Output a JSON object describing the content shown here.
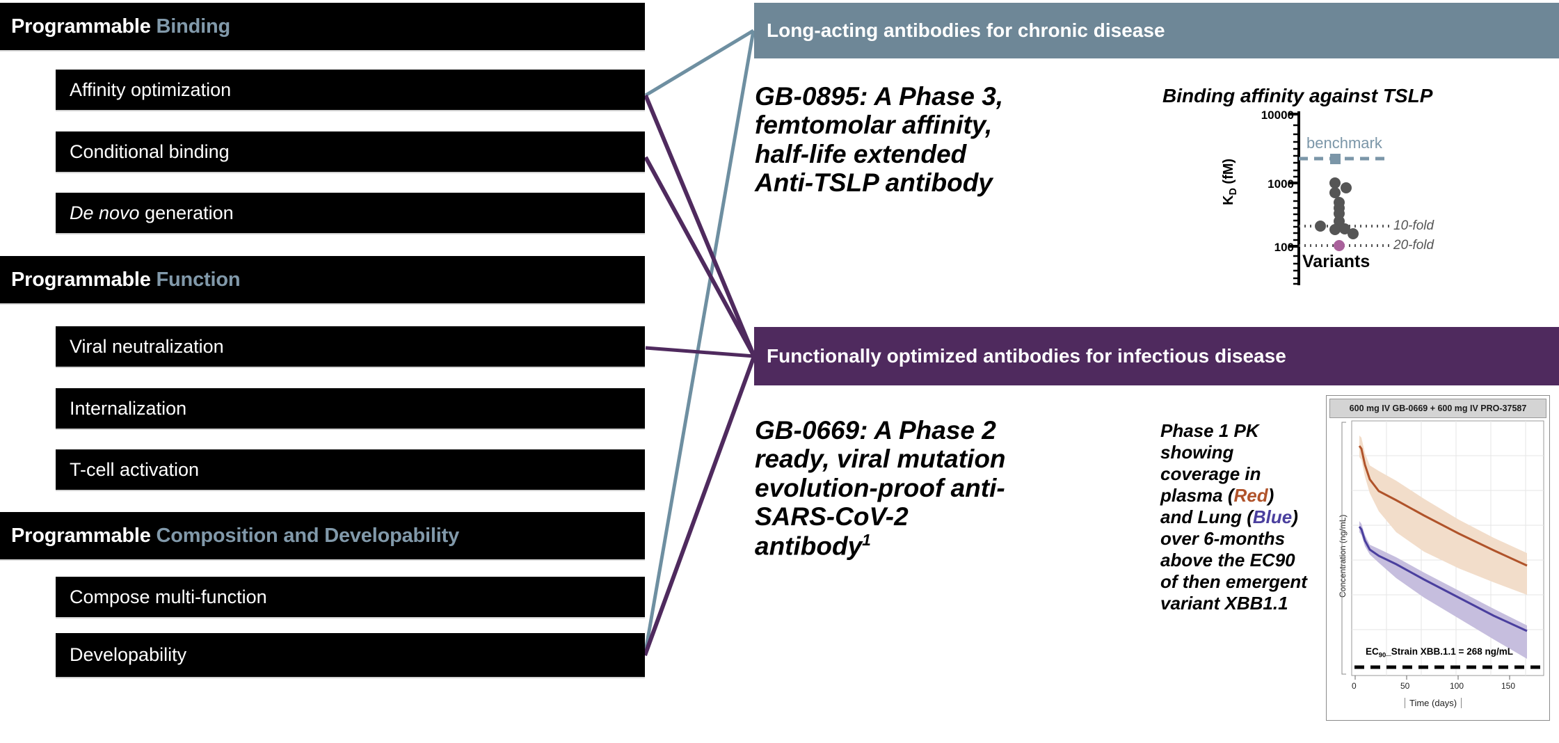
{
  "left_column": {
    "groups": [
      {
        "heading_main": "Programmable",
        "heading_accent": "Binding",
        "items": [
          {
            "label": "Affinity optimization",
            "italic_prefix": ""
          },
          {
            "label": "Conditional binding",
            "italic_prefix": ""
          },
          {
            "label": "generation",
            "italic_prefix": "De novo"
          }
        ]
      },
      {
        "heading_main": "Programmable",
        "heading_accent": "Function",
        "items": [
          {
            "label": "Viral neutralization",
            "italic_prefix": ""
          },
          {
            "label": "Internalization",
            "italic_prefix": ""
          },
          {
            "label": "T-cell activation",
            "italic_prefix": ""
          }
        ]
      },
      {
        "heading_main": "Programmable",
        "heading_accent": "Composition and Developability",
        "items": [
          {
            "label": "Compose multi-function",
            "italic_prefix": ""
          },
          {
            "label": "Developability",
            "italic_prefix": ""
          }
        ]
      }
    ]
  },
  "panels": [
    {
      "header": "Long-acting antibodies for chronic disease",
      "header_color": "#6e8797",
      "blurb_lines": [
        "GB-0895: A Phase 3,",
        "femtomolar affinity,",
        "half-life extended",
        "Anti-TSLP antibody"
      ],
      "figure_title": "Binding affinity against TSLP"
    },
    {
      "header": "Functionally optimized antibodies for infectious disease",
      "header_color": "#4f2a5e",
      "blurb_lines": [
        "GB-0669: A Phase 2",
        "ready, viral mutation",
        "evolution-proof anti-",
        "SARS-CoV-2",
        "antibody"
      ],
      "blurb_superscript": "1",
      "caption": {
        "segments": [
          {
            "text": "Phase 1 PK showing coverage in plasma (",
            "style": "plain"
          },
          {
            "text": "Red",
            "style": "red"
          },
          {
            "text": ") and Lung (",
            "style": "plain"
          },
          {
            "text": "Blue",
            "style": "blue"
          },
          {
            "text": ") over 6-months above the EC90 of then emergent variant XBB1.1",
            "style": "plain"
          }
        ]
      }
    }
  ],
  "colors": {
    "accent_blue": "#8199aa",
    "panel_blue": "#6e8797",
    "panel_purple": "#4f2a5e",
    "connector_blue": "#6e8fa1",
    "connector_purple": "#4f2a5e",
    "pk_red": "#b0532a",
    "pk_blue": "#4a3f9e",
    "scatter_point": "#555555",
    "scatter_highlight": "#a9619b"
  },
  "chart_data": [
    {
      "type": "scatter",
      "title": "Binding affinity against TSLP",
      "xlabel": "Variants",
      "ylabel": "K_D (fM)",
      "yscale": "log",
      "ylim": [
        70,
        14000
      ],
      "ytick_labels": [
        "10000",
        "1000",
        "100"
      ],
      "ytick_values": [
        10000,
        1000,
        100
      ],
      "grid": false,
      "legend": "none",
      "annotations": [
        {
          "label": "benchmark",
          "value": 2000,
          "style": "dashed-line-with-square-marker",
          "color": "#7b96a8"
        },
        {
          "label": "10-fold",
          "value": 200,
          "style": "dotted-line",
          "color": "#555555"
        },
        {
          "label": "20-fold",
          "value": 100,
          "style": "dotted-line",
          "color": "#555555"
        }
      ],
      "series": [
        {
          "name": "Variants",
          "color": "#555555",
          "points": [
            {
              "x": 0.4,
              "y": 1000
            },
            {
              "x": 0.4,
              "y": 740
            },
            {
              "x": 0.62,
              "y": 870
            },
            {
              "x": 0.47,
              "y": 500
            },
            {
              "x": 0.47,
              "y": 420
            },
            {
              "x": 0.47,
              "y": 350
            },
            {
              "x": 0.47,
              "y": 265
            },
            {
              "x": 0.2,
              "y": 210
            },
            {
              "x": 0.4,
              "y": 195
            },
            {
              "x": 0.58,
              "y": 198
            },
            {
              "x": 0.7,
              "y": 175
            }
          ]
        },
        {
          "name": "Lead variant",
          "color": "#a9619b",
          "points": [
            {
              "x": 0.47,
              "y": 103
            }
          ]
        },
        {
          "name": "benchmark",
          "color": "#7b96a8",
          "points": [
            {
              "x": 0.47,
              "y": 2000
            }
          ]
        }
      ]
    },
    {
      "type": "line",
      "title": "600 mg IV GB-0669 + 600 mg IV PRO-37587",
      "xlabel": "Time (days)",
      "ylabel": "Concentration (ng/mL)",
      "xlim": [
        0,
        186
      ],
      "xtick_labels": [
        "0",
        "50",
        "100",
        "150"
      ],
      "xtick_values": [
        0,
        50,
        100,
        150
      ],
      "yscale": "log",
      "grid": true,
      "legend": "none",
      "annotations": [
        {
          "label": "EC90_Strain XBB.1.1 = 268 ng/mL",
          "value": 268,
          "style": "dashed-line",
          "color": "#000000"
        }
      ],
      "series": [
        {
          "name": "plasma",
          "color": "#b0532a",
          "band_color": "#f2ddca",
          "x": [
            0,
            1,
            3,
            7,
            14,
            28,
            56,
            84,
            112,
            140,
            168,
            186
          ],
          "y": [
            26000,
            25000,
            19000,
            12500,
            11000,
            10000,
            8200,
            6700,
            5400,
            4400,
            3700,
            3300
          ],
          "band_low": [
            24000,
            22000,
            15500,
            9800,
            8600,
            7500,
            5600,
            4100,
            2900,
            2150,
            1600,
            1350
          ],
          "band_high": [
            28000,
            27500,
            22500,
            15500,
            13800,
            13000,
            11500,
            10200,
            9200,
            8400,
            7800,
            7500
          ]
        },
        {
          "name": "lung",
          "color": "#4a3f9e",
          "band_color": "#c6bede",
          "x": [
            0,
            1,
            3,
            7,
            14,
            28,
            56,
            84,
            112,
            140,
            168,
            186
          ],
          "y": [
            6200,
            5600,
            4100,
            2700,
            2400,
            2150,
            1700,
            1400,
            1150,
            950,
            810,
            740
          ],
          "band_low": [
            5400,
            4500,
            3100,
            1950,
            1700,
            1450,
            1050,
            760,
            560,
            410,
            310,
            260
          ],
          "band_high": [
            7000,
            6700,
            5300,
            3600,
            3200,
            2950,
            2550,
            2250,
            2000,
            1800,
            1680,
            1620
          ]
        }
      ]
    }
  ]
}
